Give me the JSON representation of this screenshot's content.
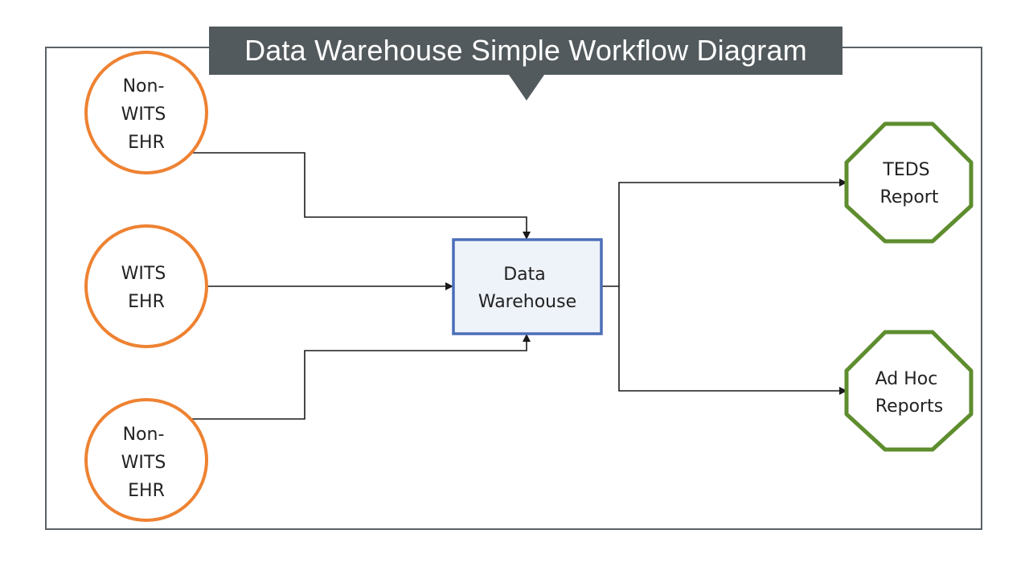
{
  "title": "Data Warehouse Simple Workflow Diagram",
  "colors": {
    "banner": "#525a5d",
    "source_stroke": "#ee8232",
    "hub_stroke": "#4a6fb8",
    "output_stroke": "#5e8d2e",
    "connector": "#1a1a1a"
  },
  "sources": [
    {
      "label_lines": [
        "Non-",
        "WITS",
        "EHR"
      ]
    },
    {
      "label_lines": [
        "WITS",
        "EHR"
      ]
    },
    {
      "label_lines": [
        "Non-",
        "WITS",
        "EHR"
      ]
    }
  ],
  "hub": {
    "label_lines": [
      "Data",
      "Warehouse"
    ]
  },
  "outputs": [
    {
      "label_lines": [
        "TEDS",
        "Report"
      ]
    },
    {
      "label_lines": [
        "Ad Hoc",
        "Reports"
      ]
    }
  ]
}
